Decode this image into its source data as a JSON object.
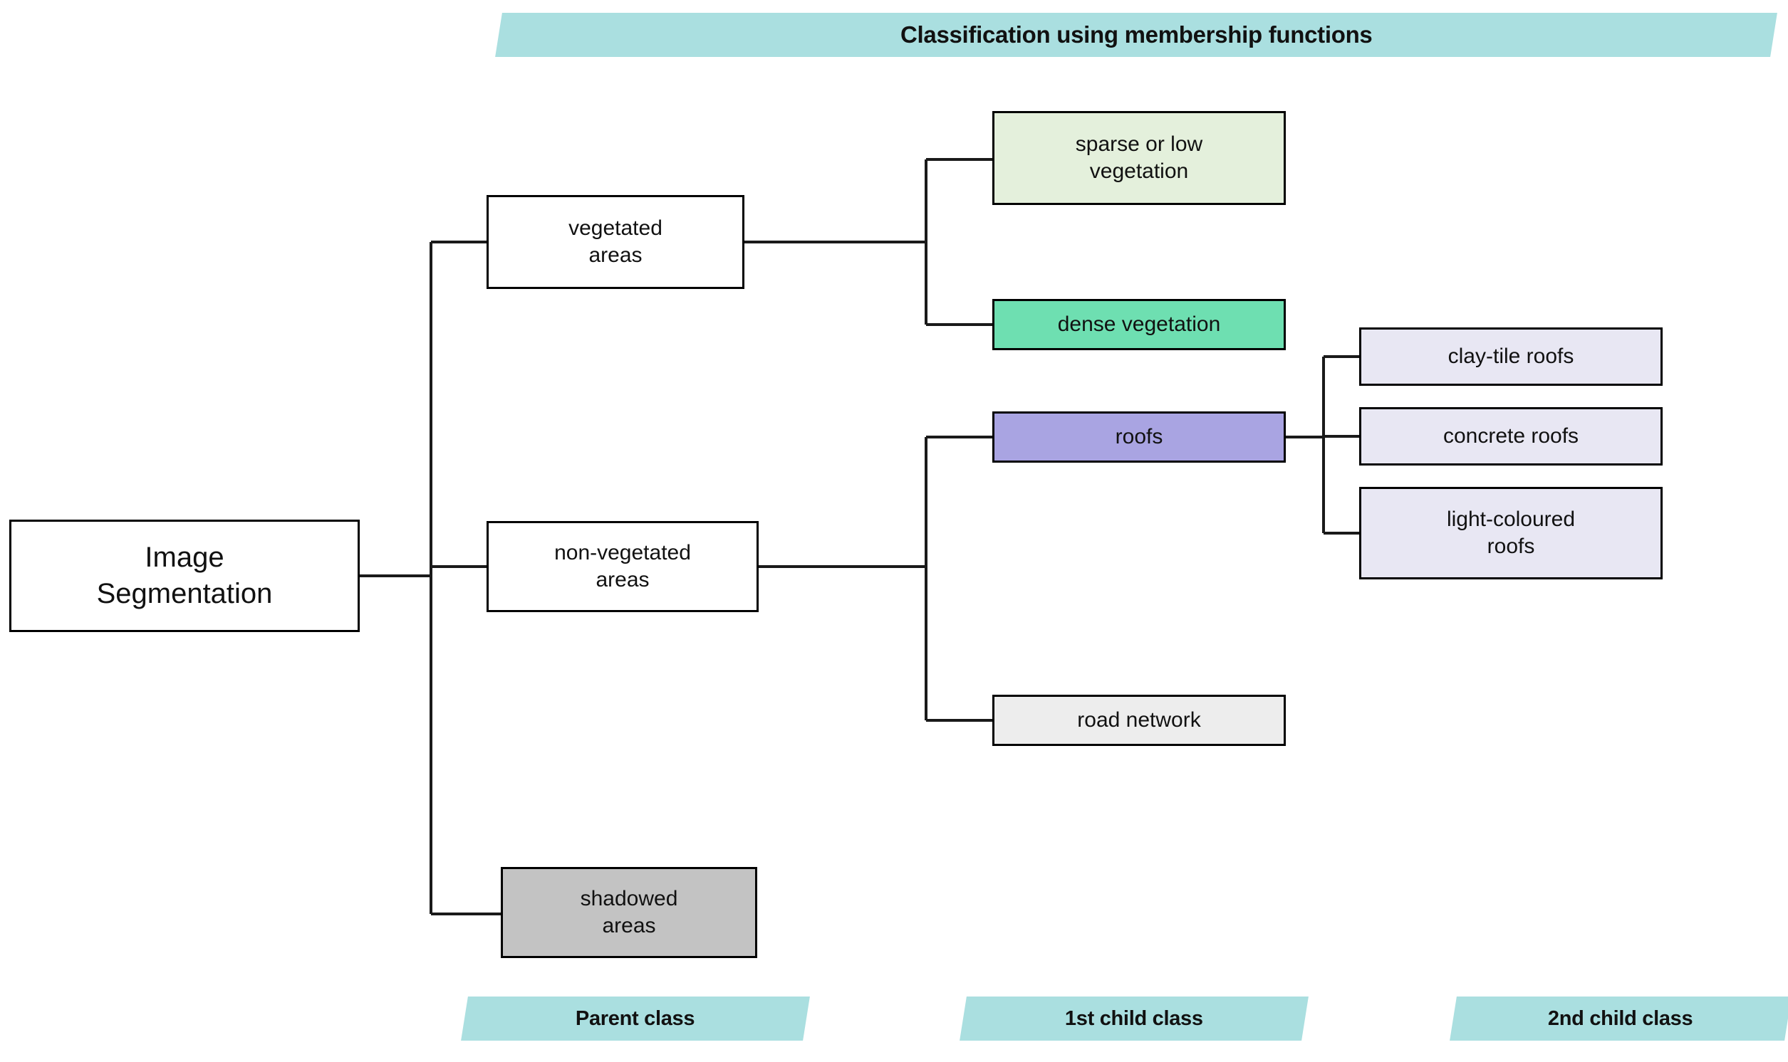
{
  "header": {
    "title": "Classification using membership functions"
  },
  "footer": {
    "labels": [
      {
        "key": "parent",
        "text": "Parent class"
      },
      {
        "key": "child1",
        "text": "1st child class"
      },
      {
        "key": "child2",
        "text": "2nd child class"
      }
    ]
  },
  "colors": {
    "banner": "#aadfe0",
    "white_box": "#ffffff",
    "sparse_vegetation": "#e4f0dc",
    "dense_vegetation": "#6edfb1",
    "roofs": "#a9a4e2",
    "road_network": "#ededed",
    "shadowed_areas": "#c3c3c3",
    "second_child_roofs": "#e8e7f3",
    "border": "#000000",
    "connector": "#1a1a1a",
    "text": "#111111"
  },
  "nodes": {
    "root": {
      "label": "Image\nSegmentation",
      "line1": "Image",
      "line2": "Segmentation"
    },
    "vegetated": {
      "line1": "vegetated",
      "line2": "areas"
    },
    "nonvegetated": {
      "line1": "non-vegetated",
      "line2": "areas"
    },
    "shadowed": {
      "line1": "shadowed",
      "line2": "areas"
    },
    "sparse": {
      "line1": "sparse  or low",
      "line2": "vegetation"
    },
    "dense": {
      "line1": "dense vegetation"
    },
    "roofs": {
      "line1": "roofs"
    },
    "road": {
      "line1": "road network"
    },
    "claytile": {
      "line1": "clay-tile  roofs"
    },
    "concrete": {
      "line1": "concrete roofs"
    },
    "lightcoloured": {
      "line1": "light-coloured",
      "line2": "roofs"
    }
  },
  "hierarchy": {
    "parent_class": [
      "vegetated areas",
      "non-vegetated areas",
      "shadowed areas"
    ],
    "first_child_class": [
      "sparse or low vegetation",
      "dense vegetation",
      "roofs",
      "road network"
    ],
    "second_child_class": [
      "clay-tile roofs",
      "concrete roofs",
      "light-coloured roofs"
    ],
    "edges": [
      {
        "from": "Image Segmentation",
        "to": "vegetated areas"
      },
      {
        "from": "Image Segmentation",
        "to": "non-vegetated areas"
      },
      {
        "from": "Image Segmentation",
        "to": "shadowed areas"
      },
      {
        "from": "vegetated areas",
        "to": "sparse or low vegetation"
      },
      {
        "from": "vegetated areas",
        "to": "dense vegetation"
      },
      {
        "from": "non-vegetated areas",
        "to": "roofs"
      },
      {
        "from": "non-vegetated areas",
        "to": "road network"
      },
      {
        "from": "roofs",
        "to": "clay-tile roofs"
      },
      {
        "from": "roofs",
        "to": "concrete roofs"
      },
      {
        "from": "roofs",
        "to": "light-coloured roofs"
      }
    ]
  }
}
